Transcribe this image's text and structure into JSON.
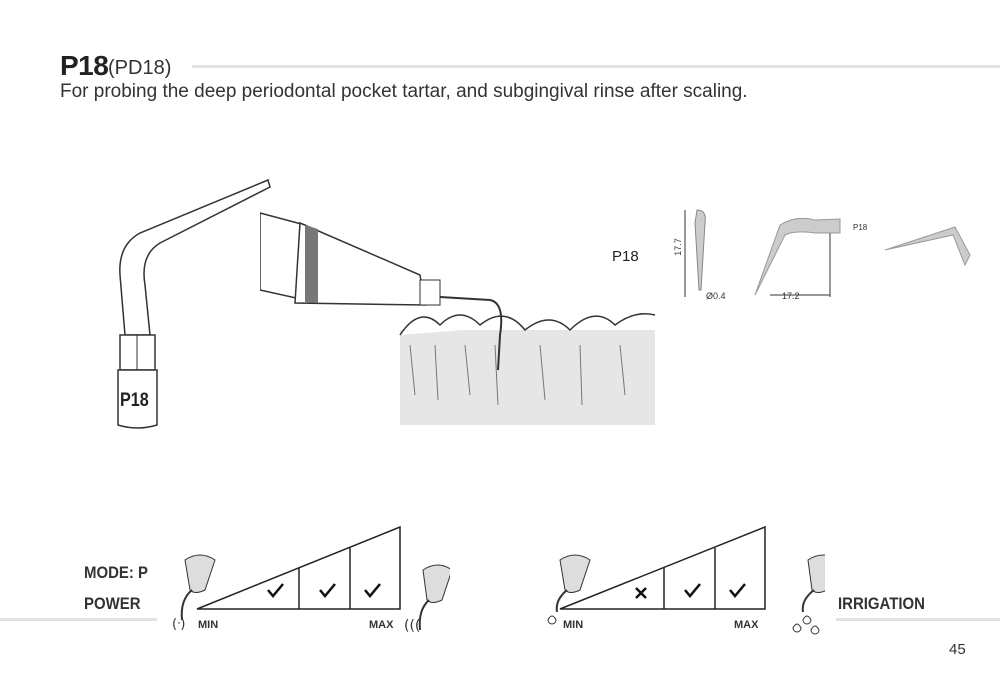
{
  "header": {
    "code": "P18",
    "alt_code": "(PD18)",
    "description": "For probing the deep periodontal pocket tartar, and subgingival rinse after scaling."
  },
  "tip_illustration": {
    "label": "P18"
  },
  "dimensions": {
    "label": "P18",
    "length": "17.7",
    "diameter": "Ø0.4",
    "reach": "17.2",
    "tip_marking": "P18"
  },
  "power": {
    "mode": "MODE: P",
    "title": "POWER",
    "min": "MIN",
    "max": "MAX",
    "levels": [
      "check",
      "check",
      "check"
    ]
  },
  "irrigation": {
    "title": "IRRIGATION",
    "min": "MIN",
    "max": "MAX",
    "levels": [
      "cross",
      "check",
      "check"
    ]
  },
  "page_number": "45"
}
